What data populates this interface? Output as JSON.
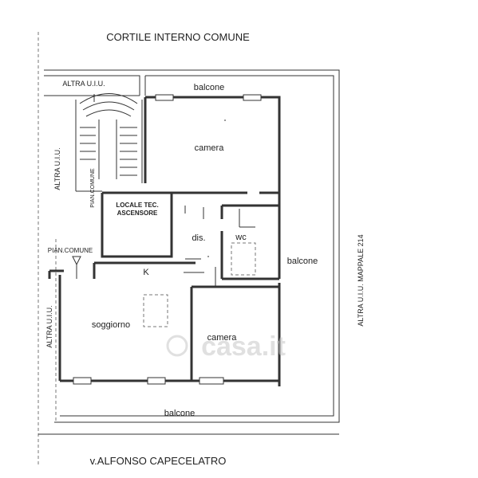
{
  "streets": {
    "top": "CORTILE INTERNO COMUNE",
    "bottom": "v.ALFONSO CAPECELATRO"
  },
  "neighbors": {
    "top_left": "ALTRA U.I.U.",
    "left_upper": "ALTRA U.I.U.",
    "left_lower": "ALTRA U.I.U.",
    "right": "ALTRA U.I.U.  MAPPALE 214"
  },
  "rooms": {
    "balcone_top": "balcone",
    "camera_top": "camera",
    "locale_line1": "LOCALE TEC.",
    "locale_line2": "ASCENSORE",
    "dis": "dis.",
    "wc": "wc",
    "balcone_right": "balcone",
    "k": "K",
    "soggiorno": "soggiorno",
    "camera_bottom": "camera",
    "balcone_bottom": "balcone"
  },
  "common": {
    "stair_landing": "PIAN.COMUNE",
    "entrance_landing": "PIAN.COMUNE"
  },
  "watermark": "casa.it",
  "colors": {
    "line": "#333333",
    "text": "#222222",
    "dashed": "#777777",
    "watermark": "#c8c8c8"
  }
}
